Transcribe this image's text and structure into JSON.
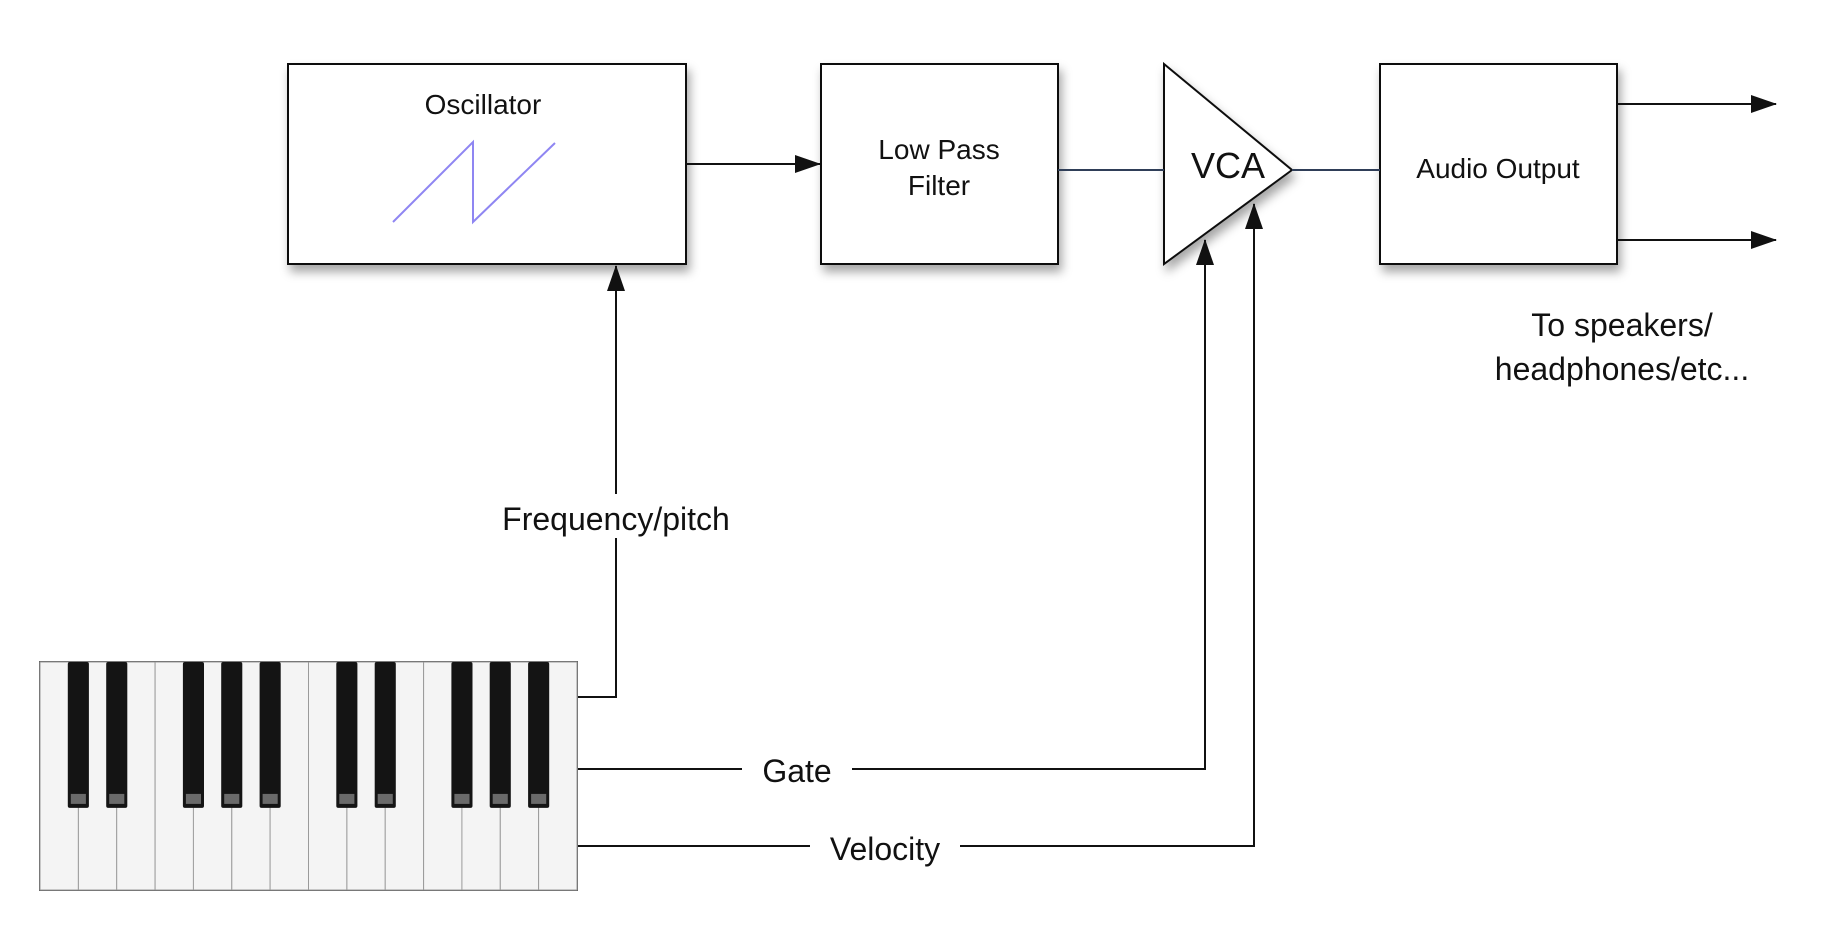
{
  "blocks": {
    "oscillator": "Oscillator",
    "filter_line1": "Low Pass",
    "filter_line2": "Filter",
    "vca": "VCA",
    "audio_output": "Audio Output"
  },
  "signals": {
    "frequency": "Frequency/pitch",
    "gate": "Gate",
    "velocity": "Velocity"
  },
  "destination": {
    "line1": "To speakers/",
    "line2": "headphones/etc..."
  },
  "keyboard": {
    "white_key_count": 14
  },
  "colors": {
    "stroke": "#111111",
    "wave": "#8f86f2",
    "audio_line": "#2f3e58",
    "white_key": "#f4f4f4",
    "black_key": "#141414"
  }
}
